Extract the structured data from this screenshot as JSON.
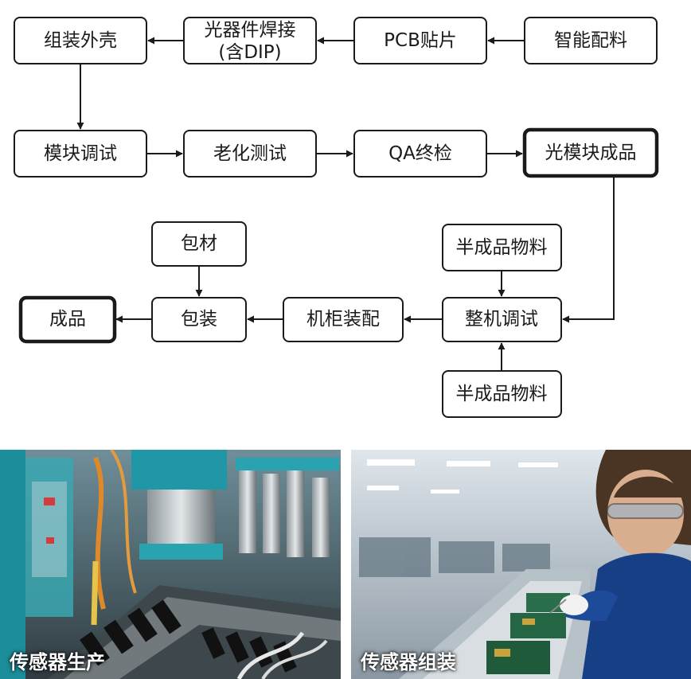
{
  "nodes": {
    "enclosure_assembly": "组装外壳",
    "optical_soldering_line1": "光器件焊接",
    "optical_soldering_line2": "(含DIP)",
    "pcb_smt": "PCB贴片",
    "smart_material": "智能配料",
    "module_debug": "模块调试",
    "aging_test": "老化测试",
    "qa_final_inspection": "QA终检",
    "optical_module_product": "光模块成品",
    "semi_material_top": "半成品物料",
    "packaging_material": "包材",
    "finished_product": "成品",
    "packaging": "包装",
    "cabinet_assembly": "机柜装配",
    "system_debug": "整机调试",
    "semi_material_bottom": "半成品物料"
  },
  "photos": {
    "left_caption": "传感器生产",
    "right_caption": "传感器组装"
  }
}
